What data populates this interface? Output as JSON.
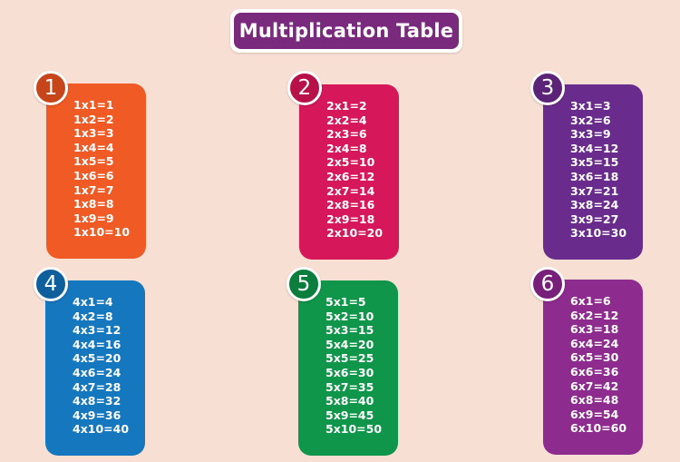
{
  "title": "Multiplication Table",
  "tables": [
    {
      "number": "1",
      "card_color": "#f05a24",
      "badge_color": "#c7451b",
      "lines": [
        "1x1=1",
        "1x2=2",
        "1x3=3",
        "1x4=4",
        "1x5=5",
        "1x6=6",
        "1x7=7",
        "1x8=8",
        "1x9=9",
        "1x10=10"
      ]
    },
    {
      "number": "2",
      "card_color": "#d6185a",
      "badge_color": "#b81049",
      "lines": [
        "2x1=2",
        "2x2=4",
        "2x3=6",
        "2x4=8",
        "2x5=10",
        "2x6=12",
        "2x7=14",
        "2x8=16",
        "2x9=18",
        "2x10=20"
      ]
    },
    {
      "number": "3",
      "card_color": "#6a2c8c",
      "badge_color": "#5b2478",
      "lines": [
        "3x1=3",
        "3x2=6",
        "3x3=9",
        "3x4=12",
        "3x5=15",
        "3x6=18",
        "3x7=21",
        "3x8=24",
        "3x9=27",
        "3x10=30"
      ]
    },
    {
      "number": "4",
      "card_color": "#1577be",
      "badge_color": "#0f5f9c",
      "lines": [
        "4x1=4",
        "4x2=8",
        "4x3=12",
        "4x4=16",
        "4x5=20",
        "4x6=24",
        "4x7=28",
        "4x8=32",
        "4x9=36",
        "4x10=40"
      ]
    },
    {
      "number": "5",
      "card_color": "#10964a",
      "badge_color": "#0b7d3c",
      "lines": [
        "5x1=5",
        "5x2=10",
        "5x3=15",
        "5x4=20",
        "5x5=25",
        "5x6=30",
        "5x7=35",
        "5x8=40",
        "5x9=45",
        "5x10=50"
      ]
    },
    {
      "number": "6",
      "card_color": "#8e2b8f",
      "badge_color": "#77207a",
      "lines": [
        "6x1=6",
        "6x2=12",
        "6x3=18",
        "6x4=24",
        "6x5=30",
        "6x6=36",
        "6x7=42",
        "6x8=48",
        "6x9=54",
        "6x10=60"
      ]
    }
  ]
}
